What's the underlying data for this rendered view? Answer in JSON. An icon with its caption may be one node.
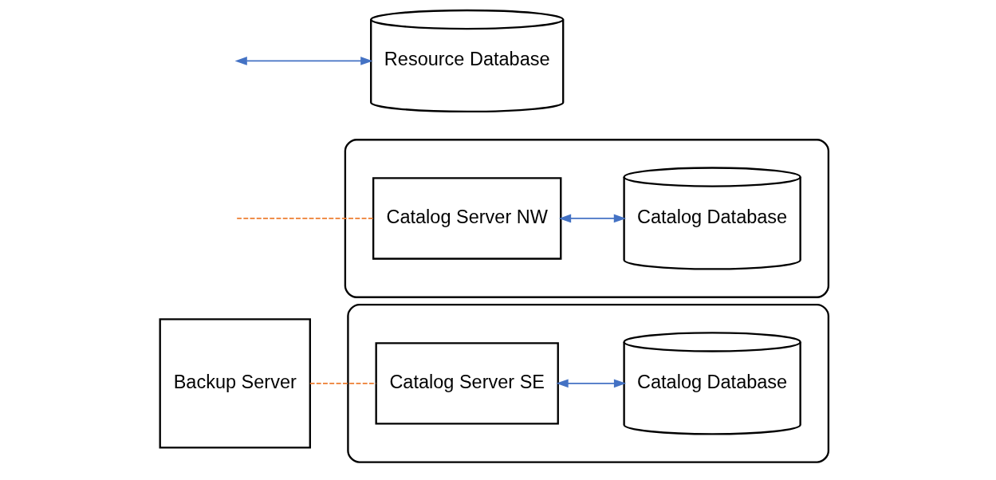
{
  "diagram": {
    "nodes": [
      {
        "text": [
          "Backup Server"
        ]
      },
      {
        "text": [],
        "shape": "cloud"
      },
      {
        "text": [
          "Catalog Server SE"
        ],
        "in": 1
      },
      {
        "text": [
          "Catalog Database"
        ],
        "in": 1
      },
      {
        "text": [],
        "shape": "cloud"
      },
      {
        "text": [
          "Catalog Server NW"
        ],
        "in": 4
      },
      {
        "text": [
          "Catalog Database"
        ],
        "in": 4
      },
      {
        "text": [
          "Resource Database"
        ]
      }
    ],
    "edges": [
      {
        "from": 0,
        "to": 2,
        "arrow": "none",
        "style": "dashed",
        "color": "#ed7d31"
      },
      {
        "from": 2,
        "to": 3,
        "arrow": "both",
        "color": "#4472c4"
      },
      {
        "from": null,
        "to": 5,
        "arrow": "none",
        "style": "dashed",
        "color": "#ed7d31"
      },
      {
        "from": 5,
        "to": 6,
        "arrow": "both",
        "color": "#4472c4"
      },
      {
        "from": null,
        "to": 7,
        "arrow": "both",
        "color": "#4472c4"
      }
    ]
  }
}
